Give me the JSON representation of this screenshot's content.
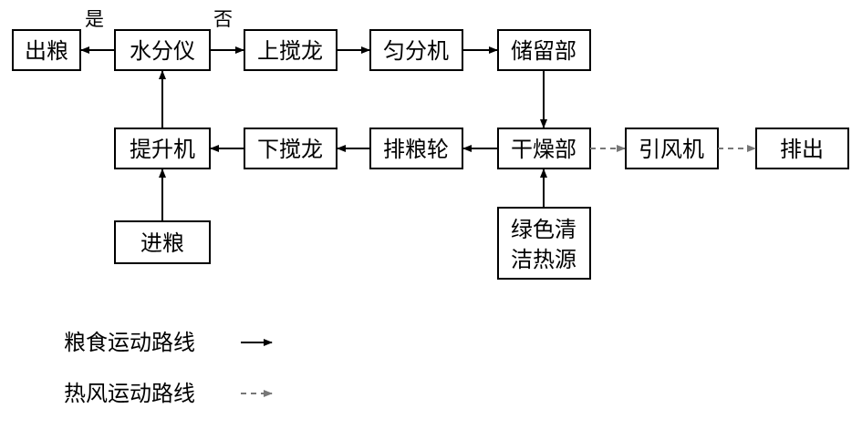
{
  "nodes": {
    "chuliang": "出粮",
    "shuifenyi": "水分仪",
    "shangjiaolong": "上搅龙",
    "yunfenji": "匀分机",
    "chuliubu": "储留部",
    "tishengji": "提升机",
    "xiajiaolong": "下搅龙",
    "paiyanglun": "排粮轮",
    "ganzaobu": "干燥部",
    "yinfengji": "引风机",
    "paichu": "排出",
    "jinliang": "进粮",
    "reyuan_line1": "绿色清",
    "reyuan_line2": "洁热源"
  },
  "labels": {
    "yes": "是",
    "no": "否"
  },
  "legend": {
    "grain_route": "粮食运动路线",
    "hot_air_route": "热风运动路线"
  },
  "colors": {
    "grain_line": "#000000",
    "hot_air_line": "#777777"
  }
}
